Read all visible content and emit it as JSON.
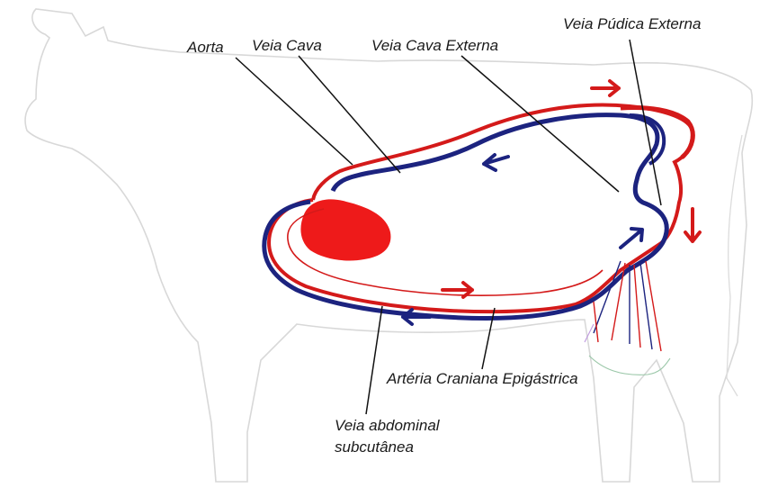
{
  "labels": {
    "aorta": "Aorta",
    "veia_cava": "Veia Cava",
    "veia_cava_externa": "Veia Cava Externa",
    "veia_pudica_externa": "Veia Púdica Externa",
    "arteria_craniana": "Artéria Craniana Epigástrica",
    "veia_abdominal_1": "Veia abdominal",
    "veia_abdominal_2": "subcutânea"
  },
  "colors": {
    "artery": "#d41a1a",
    "vein": "#1c237f",
    "heart": "#ee1a1a",
    "outline": "#d8d8d8",
    "leader": "#111111"
  }
}
